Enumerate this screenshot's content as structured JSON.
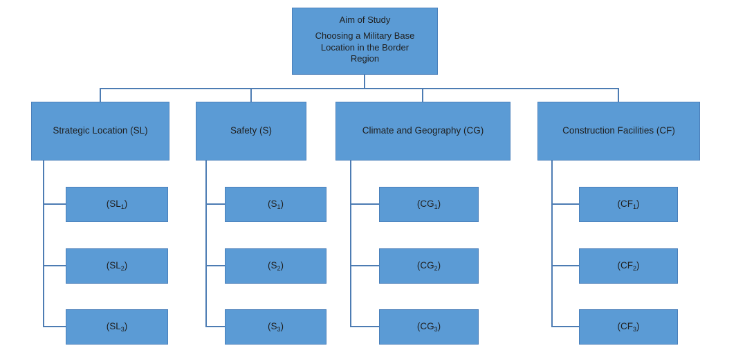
{
  "figure": {
    "type": "hierarchy-diagram",
    "root": {
      "title": "Aim of Study",
      "subtitle": "Choosing a Military Base Location in the Border Region"
    },
    "criteria": [
      {
        "label": "Strategic Location (SL)",
        "children": [
          {
            "prefix": "(SL",
            "sub": "1",
            "suffix": ")"
          },
          {
            "prefix": "(SL",
            "sub": "2",
            "suffix": ")"
          },
          {
            "prefix": "(SL",
            "sub": "3",
            "suffix": ")"
          }
        ]
      },
      {
        "label": "Safety (S)",
        "children": [
          {
            "prefix": "(S",
            "sub": "1",
            "suffix": ")"
          },
          {
            "prefix": "(S",
            "sub": "2",
            "suffix": ")"
          },
          {
            "prefix": "(S",
            "sub": "3",
            "suffix": ")"
          }
        ]
      },
      {
        "label": "Climate and Geography (CG)",
        "children": [
          {
            "prefix": "(CG",
            "sub": "1",
            "suffix": ")"
          },
          {
            "prefix": "(CG",
            "sub": "2",
            "suffix": ")"
          },
          {
            "prefix": "(CG",
            "sub": "3",
            "suffix": ")"
          }
        ]
      },
      {
        "label": "Construction Facilities (CF)",
        "children": [
          {
            "prefix": "(CF",
            "sub": "1",
            "suffix": ")"
          },
          {
            "prefix": "(CF",
            "sub": "2",
            "suffix": ")"
          },
          {
            "prefix": "(CF",
            "sub": "3",
            "suffix": ")"
          }
        ]
      }
    ],
    "colors": {
      "box_fill": "#5b9bd5",
      "box_border": "#4a7fba",
      "connector": "#4d7cb3",
      "text": "#1f1f1f",
      "background": "#ffffff"
    }
  }
}
